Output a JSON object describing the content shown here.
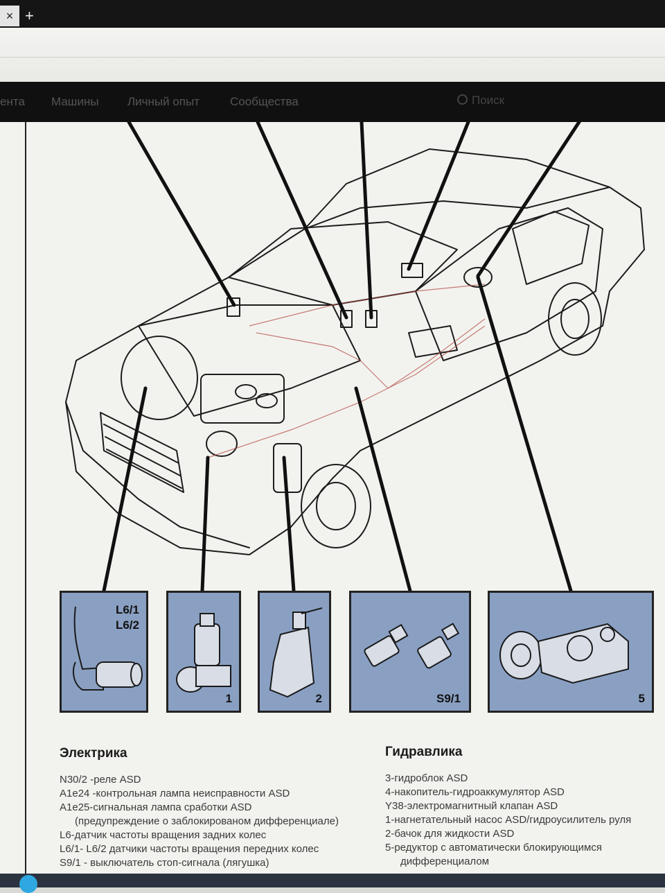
{
  "browser": {
    "close_glyph": "×",
    "new_tab_glyph": "+"
  },
  "site_nav": {
    "items": [
      "ента",
      "Машины",
      "Личный опыт",
      "Сообщества"
    ],
    "search_placeholder": "Поиск"
  },
  "callouts": [
    {
      "label": "L6/1\nL6/2",
      "icon": "wheel-speed-sensor"
    },
    {
      "label": "1",
      "icon": "hydraulic-pump"
    },
    {
      "label": "2",
      "icon": "fluid-reservoir"
    },
    {
      "label": "S9/1",
      "icon": "brake-light-switch"
    },
    {
      "label": "5",
      "icon": "locking-differential"
    }
  ],
  "electrics": {
    "title": "Электрика",
    "items": [
      "N30/2 -реле ASD",
      "A1e24 -контрольная лампа неисправности ASD",
      "A1e25-сигнальная лампа сработки ASD",
      "(предупреждение о заблокированом дифференциале)",
      "L6-датчик частоты вращения задних колес",
      "L6/1- L6/2 датчики частоты вращения передних колес",
      "S9/1 - выключатель стоп-сигнала (лягушка)"
    ]
  },
  "hydraulics": {
    "title": "Гидравлика",
    "items": [
      "3-гидроблок ASD",
      "4-накопитель-гидроаккумулятор ASD",
      "Y38-электромагнитный клапан ASD",
      "1-нагнетательный насос ASD/гидроусилитель руля",
      "2-бачок для жидкости ASD",
      "5-редуктор с автоматически блокирующимся",
      "дифференциалом"
    ]
  },
  "colors": {
    "thumb_bg": "#8aa0c3",
    "nav_bg": "#101010",
    "page_bg": "#f2f3ef"
  }
}
